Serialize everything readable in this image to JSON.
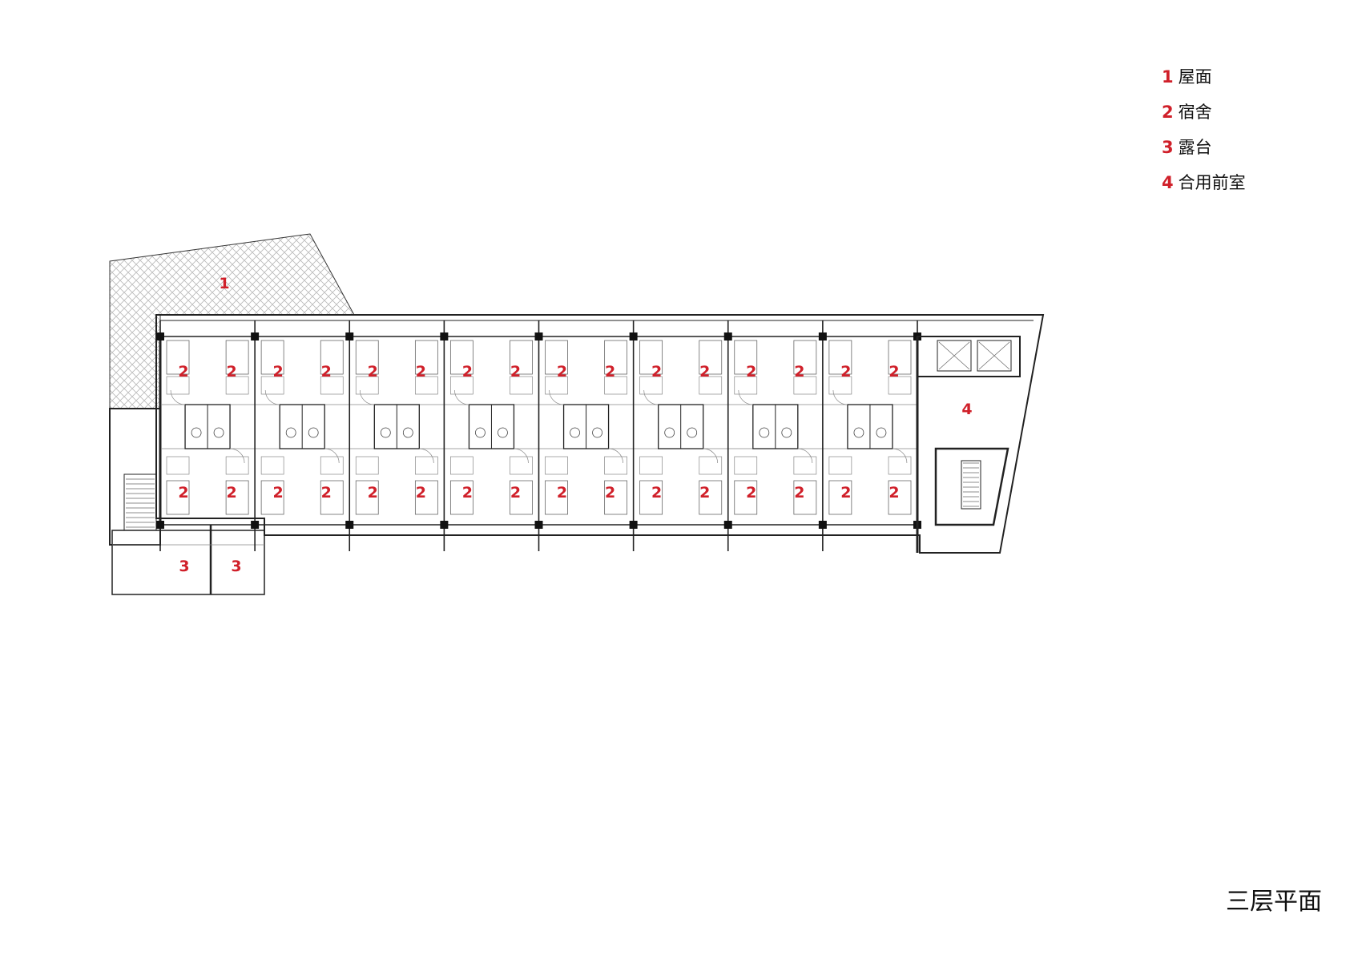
{
  "legend": {
    "items": [
      {
        "num": "1",
        "label": "屋面"
      },
      {
        "num": "2",
        "label": "宿舍"
      },
      {
        "num": "3",
        "label": "露台"
      },
      {
        "num": "4",
        "label": "合用前室"
      }
    ]
  },
  "plan": {
    "title": "三层平面",
    "room_labels": {
      "roof": "1",
      "dorm": "2",
      "terrace": "3",
      "lobby": "4"
    },
    "dorm_units_count": 8,
    "colors": {
      "label": "#d0202a",
      "line": "#222222",
      "hatch": "#b8b8b8"
    }
  }
}
